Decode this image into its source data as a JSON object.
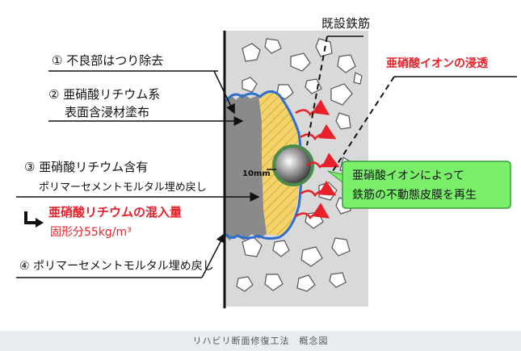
{
  "labels": {
    "existing_rebar": "既設鉄筋",
    "nitrite_ion_penetration": "亜硝酸イオンの浸透",
    "step1": "① 不良部はつり除去",
    "step2_line1": "② 亜硝酸リチウム系",
    "step2_line2": "表面含浸材塗布",
    "step3_line1": "③ 亜硝酸リチウム含有",
    "step3_line2": "ポリマーセメントモルタル埋め戻し",
    "mix_amount_line1": "亜硝酸リチウムの混入量",
    "mix_amount_line2": "固形分55kg/m³",
    "step4": "④ ポリマーセメントモルタル埋め戻し",
    "dimension": "10mm",
    "green_box_line1": "亜硝酸イオンによって",
    "green_box_line2": "鉄筋の不動態皮膜を再生"
  },
  "caption": "リハビリ断面修復工法　概念図",
  "colors": {
    "concrete": "#d9d9d9",
    "removed_section": "#8a8a8a",
    "mortar_fill": "#f4d36a",
    "coating_line": "#2f6fd0",
    "accent_red": "#e8202a",
    "green_box": "#7af06a"
  }
}
